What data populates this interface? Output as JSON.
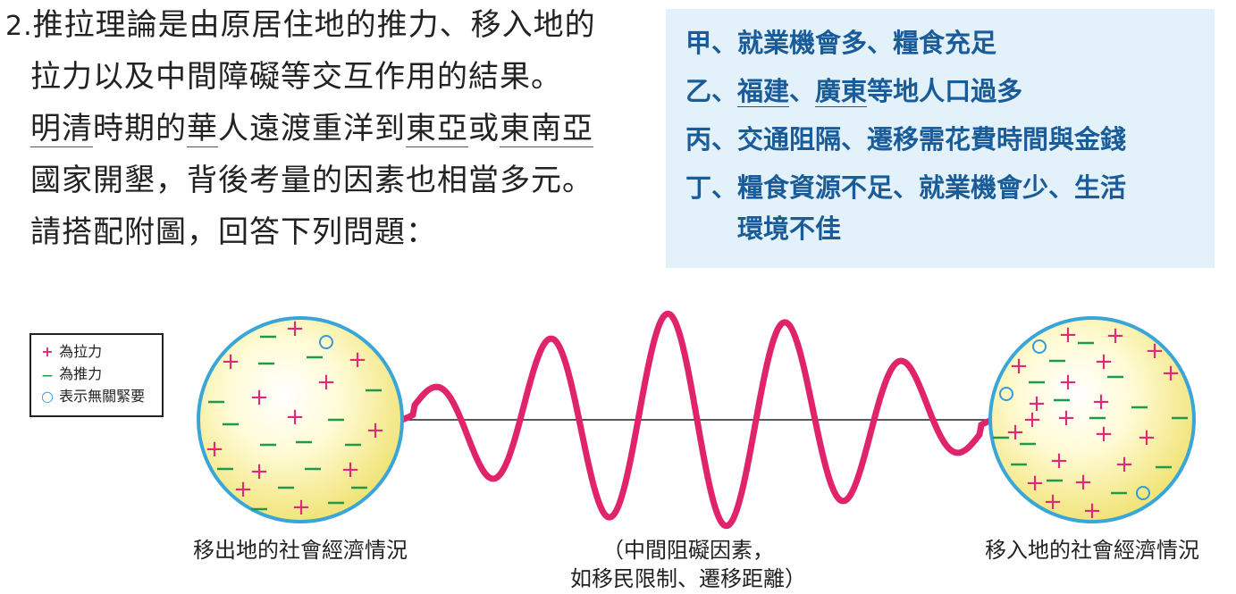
{
  "question": {
    "number": "2.",
    "lines": [
      [
        {
          "t": "推拉理論是由原居住地的推力、移入地的",
          "u": false
        }
      ],
      [
        {
          "t": "拉力以及中間障礙等交互作用的結果。",
          "u": false
        }
      ],
      [
        {
          "t": "明",
          "u": true
        },
        {
          "t": "清",
          "u": true
        },
        {
          "t": "時期的",
          "u": false
        },
        {
          "t": "華",
          "u": true
        },
        {
          "t": "人遠渡重洋到",
          "u": false
        },
        {
          "t": "東亞",
          "u": true
        },
        {
          "t": "或",
          "u": false
        },
        {
          "t": "東南亞",
          "u": true
        }
      ],
      [
        {
          "t": "國家開墾，背後考量的因素也相當多元。",
          "u": false
        }
      ],
      [
        {
          "t": "請搭配附圖，回答下列問題：",
          "u": false
        }
      ]
    ]
  },
  "options": [
    [
      {
        "t": "甲、就業機會多、糧食充足",
        "u": false
      }
    ],
    [
      {
        "t": "乙、",
        "u": false
      },
      {
        "t": "福建",
        "u": true
      },
      {
        "t": "、",
        "u": false
      },
      {
        "t": "廣東",
        "u": true
      },
      {
        "t": "等地人口過多",
        "u": false
      }
    ],
    [
      {
        "t": "丙、交通阻隔、遷移需花費時間與金錢",
        "u": false
      }
    ],
    [
      {
        "t": "丁、糧食資源不足、就業機會少、生活",
        "u": false
      }
    ],
    [
      {
        "t": "　　環境不佳",
        "u": false
      }
    ]
  ],
  "legend": {
    "plus_symbol": "+",
    "plus_label": "為拉力",
    "minus_symbol": "—",
    "minus_label": "為推力",
    "circle_symbol": "○",
    "circle_label": "表示無關緊要"
  },
  "captions": {
    "origin": "移出地的社會經濟情況",
    "obstacle_line1": "（中間阻礙因素，",
    "obstacle_line2": "如移民限制、遷移距離）",
    "destination": "移入地的社會經濟情況"
  },
  "colors": {
    "plus": "#e0297a",
    "minus": "#1d9a4a",
    "circle": "#3a9ad6",
    "wave": "#e0246c",
    "sphere_edge": "#3aa6d8",
    "option_text": "#1a5c9a",
    "option_bg": "#e3f2fa"
  }
}
